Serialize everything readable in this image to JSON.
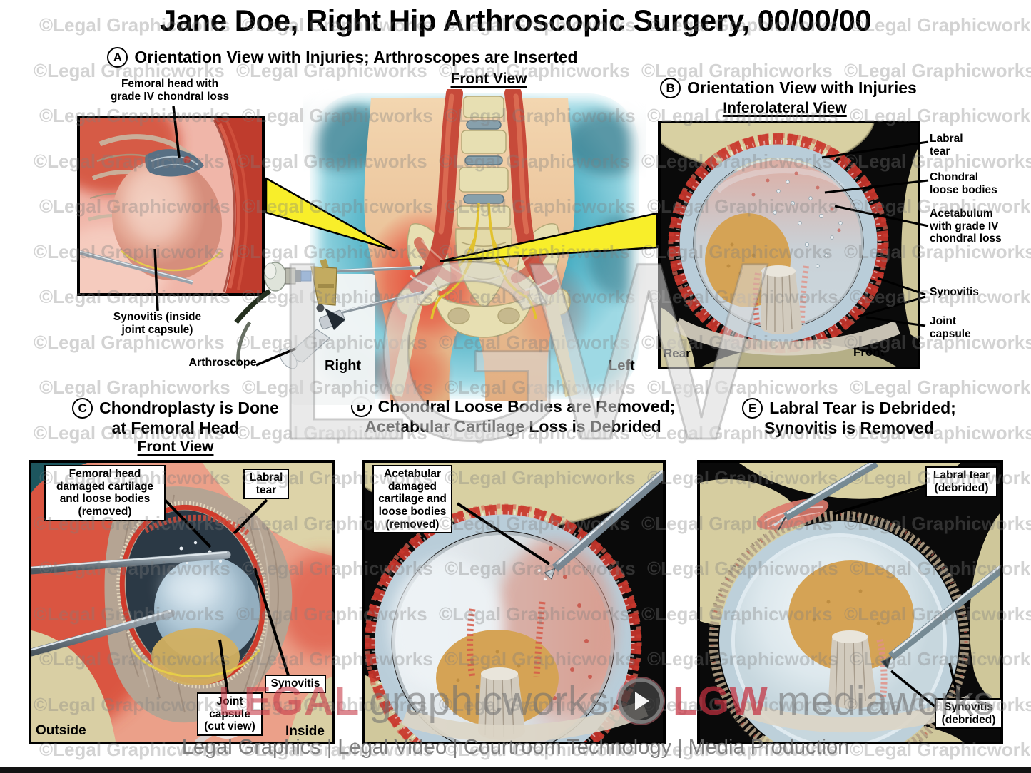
{
  "title": "Jane Doe, Right Hip Arthroscopic Surgery, 00/00/00",
  "panels": {
    "a": {
      "letter": "A",
      "title": "Orientation View with Injuries; Arthroscopes are Inserted",
      "view": "Front View",
      "label_femoral": "Femoral head with grade IV chondral loss",
      "label_synovitis": "Synovitis (inside joint capsule)",
      "label_arthroscope": "Arthroscope",
      "side_left": "Right",
      "side_right": "Left"
    },
    "b": {
      "letter": "B",
      "title": "Orientation View with Injuries",
      "view": "Inferolateral View",
      "label_labral": "Labral tear",
      "label_loose": "Chondral loose bodies",
      "label_acetabulum": "Acetabulum with grade IV chondral loss",
      "label_synovitis": "Synovitis",
      "label_capsule": "Joint capsule",
      "corner_left": "Rear",
      "corner_right": "Front"
    },
    "c": {
      "letter": "C",
      "title_line1": "Chondroplasty is Done",
      "title_line2": "at Femoral Head",
      "view": "Front View",
      "box_femoral": "Femoral head damaged cartilage and loose bodies (removed)",
      "box_labral": "Labral tear",
      "box_synovitis": "Synovitis",
      "box_capsule": "Joint capsule (cut view)",
      "corner_left": "Outside",
      "corner_right": "Inside"
    },
    "d": {
      "letter": "D",
      "title_line1": "Chondral Loose Bodies are Removed;",
      "title_line2": "Acetabular Cartilage Loss is Debrided",
      "box_acetabular": "Acetabular damaged cartilage and loose bodies (removed)"
    },
    "e": {
      "letter": "E",
      "title_line1": "Labral Tear is Debrided;",
      "title_line2": "Synovitis is Removed",
      "box_labral": "Labral tear (debrided)",
      "box_synovitis": "Synovitis (debrided)"
    }
  },
  "watermark": {
    "tile": "©Legal Graphicworks",
    "big": "LGW",
    "logo_legal": "LEGAL",
    "logo_graphicworks": "graphicworks",
    "logo_lgw": "LGW",
    "logo_mediaworks": "mediaworks"
  },
  "footer": "Legal Graphics | Legal Video | Courtroom Technology | Media Production",
  "colors": {
    "teal_background": "#45b1c6",
    "inflammation_red": "#e6402e",
    "muscle_red": "#c74a3a",
    "bone_cream": "#d8d0a2",
    "cartilage_blue": "#b9cdd9",
    "synovitis_red": "#c9352b",
    "fossa_tan": "#d5a355",
    "callout_yellow": "#f8ee2a"
  }
}
